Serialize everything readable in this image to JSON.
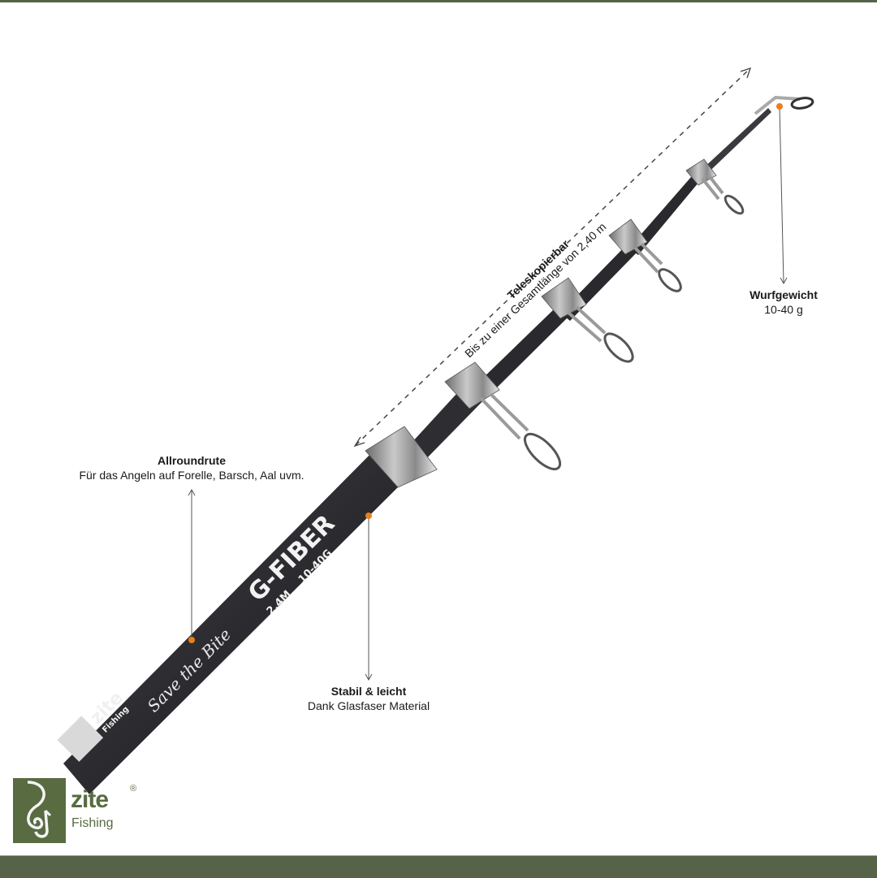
{
  "image": {
    "subject": "Telescopic fishing rod product infographic",
    "background_color": "#ffffff",
    "frame_color": "#566348",
    "accent_color": "#e8801a"
  },
  "annotations": {
    "telescopic": {
      "title": "Teleskopierbar",
      "subtitle": "Bis zu einer Gesamtlänge von 2,40 m"
    },
    "casting_weight": {
      "title": "Wurfgewicht",
      "subtitle": "10-40 g"
    },
    "allround": {
      "title": "Allroundrute",
      "subtitle": "Für das Angeln auf Forelle, Barsch, Aal uvm."
    },
    "stable": {
      "title": "Stabil & leicht",
      "subtitle": "Dank Glasfaser Material"
    }
  },
  "rod": {
    "model": "G-FIBER",
    "length": "2.4M",
    "weight_range": "10-40G",
    "slogan": "Save the Bite",
    "brand": "zite",
    "brand_sub": "Fishing"
  },
  "logo": {
    "name": "zite",
    "registered": "®",
    "sub": "Fishing"
  }
}
